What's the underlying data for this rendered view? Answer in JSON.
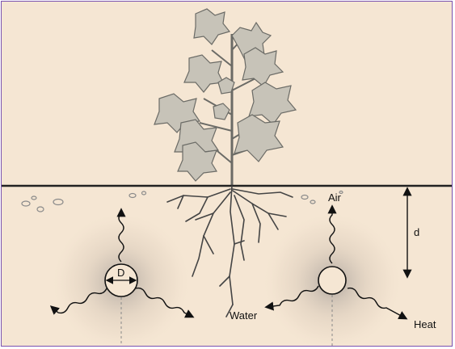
{
  "labels": {
    "air": "Air",
    "water": "Water",
    "heat": "Heat",
    "diameter": "D",
    "depth": "d"
  },
  "colors": {
    "background": "#f5e6d3",
    "border": "#7a52b0",
    "ground_line": "#222222",
    "plant_fill": "#c7c3b8",
    "plant_stroke": "#6b6b66",
    "root": "#444444",
    "arrow": "#111111"
  },
  "icons": [
    "plant-icon",
    "roots-icon",
    "pipe-left-icon",
    "pipe-right-icon",
    "soil-pebble-icon"
  ]
}
